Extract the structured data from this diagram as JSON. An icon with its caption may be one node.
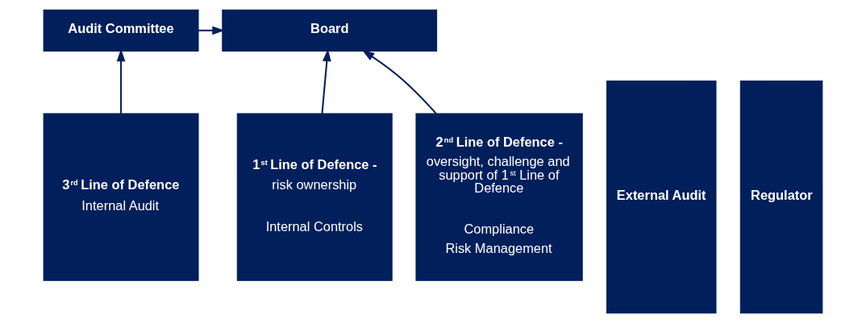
{
  "diagram": {
    "nodes": [
      {
        "text": [
          "Board"
        ]
      },
      {
        "text": [
          "Audit Committee"
        ]
      },
      {
        "text": [
          "1$^{st}$ Line of Defence -",
          "risk ownership",
          "Internal Controls"
        ]
      },
      {
        "text": [
          "2$^{nd}$ Line of Defence -",
          "oversight, challenge and support of 1$^{st}$ Line of Defence",
          "Compliance",
          "Risk Management"
        ]
      },
      {
        "text": [
          "3$^{rd}$ Line of Defence",
          "Internal Audit"
        ]
      },
      {
        "text": [
          "External Audit"
        ]
      },
      {
        "text": [
          "Regulator"
        ]
      }
    ],
    "edges": [
      {
        "from": 2,
        "to": 0,
        "arrow": "to"
      },
      {
        "from": 3,
        "to": 0,
        "arrow": "to"
      },
      {
        "from": 4,
        "to": 1,
        "arrow": "to"
      },
      {
        "from": 1,
        "to": 0,
        "arrow": "to"
      }
    ]
  }
}
